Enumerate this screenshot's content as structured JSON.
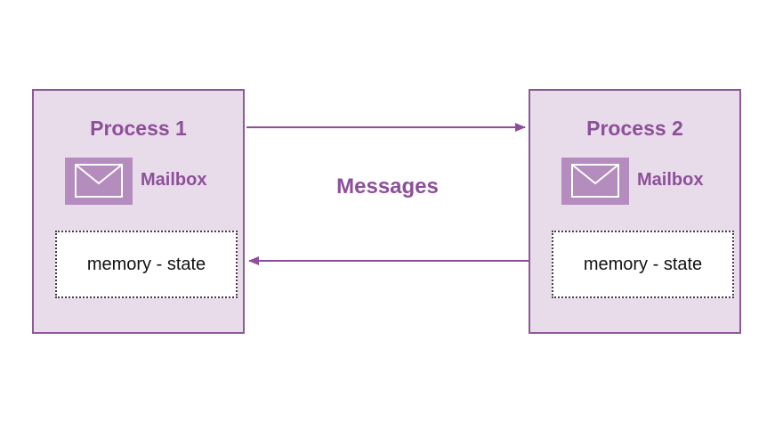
{
  "diagram": {
    "messages_label": "Messages",
    "processes": [
      {
        "title": "Process 1",
        "mailbox_label": "Mailbox",
        "mailbox_icon": "envelope-icon",
        "memory_label": "memory - state"
      },
      {
        "title": "Process 2",
        "mailbox_label": "Mailbox",
        "mailbox_icon": "envelope-icon",
        "memory_label": "memory - state"
      }
    ],
    "colors": {
      "accent": "#8d4f99",
      "box_fill": "#e8dcea",
      "box_border": "#8d5a97",
      "icon_fill": "#b48cbd",
      "arrow": "#8d4f99"
    }
  }
}
